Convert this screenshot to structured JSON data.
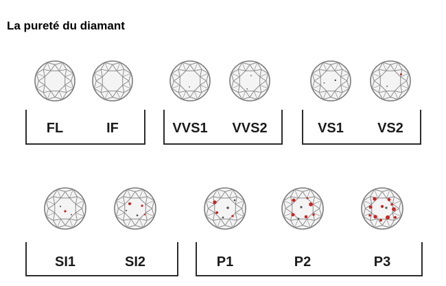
{
  "title": "La pureté du diamant",
  "groups": [
    {
      "name": "FL-IF",
      "grades": [
        {
          "label": "FL",
          "inclusions": []
        },
        {
          "label": "IF",
          "inclusions": []
        }
      ]
    },
    {
      "name": "VVS",
      "grades": [
        {
          "label": "VVS1",
          "inclusions": [
            [
              -1,
              9,
              1,
              "#555555"
            ]
          ]
        },
        {
          "label": "VVS2",
          "inclusions": [
            [
              2,
              -8,
              1,
              "#555555"
            ],
            [
              -4,
              12,
              1,
              "#555555"
            ]
          ]
        }
      ]
    },
    {
      "name": "VS",
      "grades": [
        {
          "label": "VS1",
          "inclusions": [
            [
              7,
              -1,
              1.4,
              "#444444"
            ],
            [
              -10,
              3,
              1.1,
              "#666666"
            ]
          ]
        },
        {
          "label": "VS2",
          "inclusions": [
            [
              16,
              -10,
              1.7,
              "#aa2222"
            ],
            [
              -5,
              8,
              1.2,
              "#666666"
            ]
          ]
        }
      ]
    },
    {
      "name": "SI",
      "grades": [
        {
          "label": "SI1",
          "inclusions": [
            [
              0,
              4,
              1.8,
              "#cc2222"
            ],
            [
              -7,
              -3,
              1.2,
              "#555555"
            ],
            [
              9,
              9,
              1.1,
              "#555555"
            ]
          ]
        },
        {
          "label": "SI2",
          "inclusions": [
            [
              -8,
              -7,
              2.3,
              "#cc2222"
            ],
            [
              10,
              -4,
              1.8,
              "#cc2222"
            ],
            [
              3,
              10,
              1.5,
              "#555555"
            ],
            [
              -13,
              3,
              1.3,
              "#555555"
            ],
            [
              14,
              9,
              1.2,
              "#cc2222"
            ]
          ]
        }
      ]
    },
    {
      "name": "P",
      "grades": [
        {
          "label": "P1",
          "inclusions": [
            [
              -15,
              -9,
              3,
              "#cc2222"
            ],
            [
              -12,
              6,
              2.2,
              "#cc2222"
            ],
            [
              4,
              -1,
              2,
              "#555555"
            ],
            [
              11,
              11,
              1.8,
              "#cc2222"
            ],
            [
              -3,
              13,
              1.5,
              "#555555"
            ],
            [
              14,
              -12,
              1.5,
              "#555555"
            ]
          ]
        },
        {
          "label": "P2",
          "inclusions": [
            [
              -13,
              -12,
              2.8,
              "#cc2222"
            ],
            [
              12,
              -6,
              3.2,
              "#cc2222"
            ],
            [
              -14,
              9,
              2.8,
              "#cc2222"
            ],
            [
              5,
              12,
              2.5,
              "#cc2222"
            ],
            [
              -2,
              -2,
              1.8,
              "#555555"
            ],
            [
              16,
              9,
              2,
              "#cc2222"
            ],
            [
              -6,
              15,
              1.6,
              "#555555"
            ],
            [
              7,
              -15,
              1.6,
              "#cc2222"
            ]
          ]
        },
        {
          "label": "P3",
          "inclusions": [
            [
              -11,
              -14,
              3,
              "#cc2222"
            ],
            [
              10,
              -13,
              2.6,
              "#cc2222"
            ],
            [
              -17,
              -2,
              2.8,
              "#cc2222"
            ],
            [
              17,
              1,
              3.2,
              "#cc2222"
            ],
            [
              -10,
              12,
              3,
              "#cc2222"
            ],
            [
              8,
              13,
              3.4,
              "#cc2222"
            ],
            [
              0,
              -3,
              2.4,
              "#cc2222"
            ],
            [
              -2,
              17,
              2.2,
              "#cc2222"
            ],
            [
              6,
              -1,
              1.8,
              "#555555"
            ],
            [
              -18,
              10,
              2,
              "#cc2222"
            ],
            [
              14,
              -6,
              2,
              "#cc2222"
            ],
            [
              19,
              13,
              2.2,
              "#cc2222"
            ]
          ]
        }
      ]
    }
  ]
}
